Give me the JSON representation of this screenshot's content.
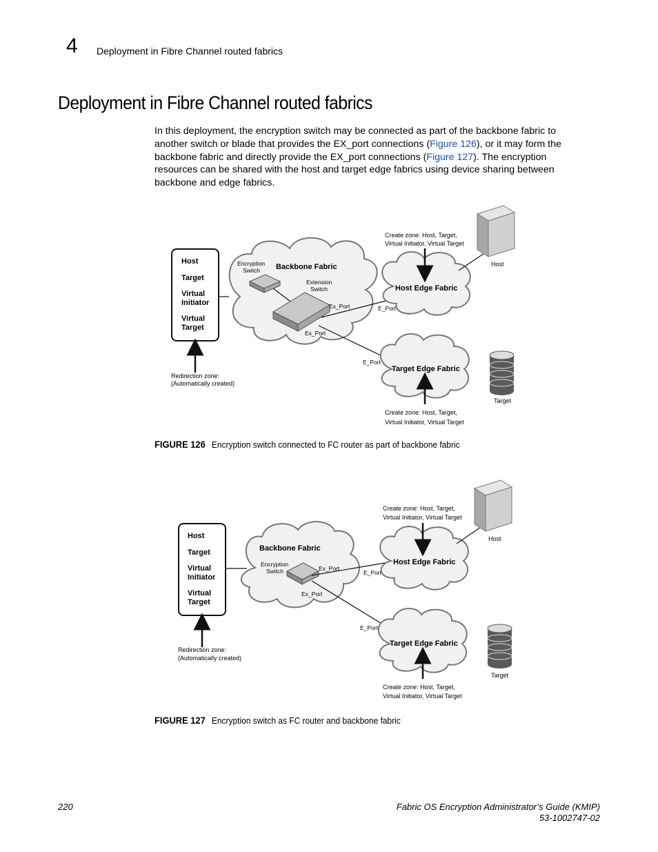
{
  "header": {
    "chapter_number": "4",
    "running_title": "Deployment in Fibre Channel routed fabrics"
  },
  "section": {
    "title": "Deployment in Fibre Channel routed fabrics",
    "para": {
      "p1": "In this deployment, the encryption switch may be connected as part of the backbone fabric to another switch or blade that provides the EX_port connections (",
      "link1": "Figure 126",
      "p2": "), or it may form the backbone fabric and directly provide the EX_port connections (",
      "link2": "Figure 127",
      "p3": "). The encryption resources can be shared with the host and target edge fabrics using device sharing between backbone and edge fabrics."
    }
  },
  "figure126": {
    "label": "FIGURE 126",
    "caption": "Encryption switch connected to FC router as part of backbone fabric",
    "zone_box": [
      "Host",
      "Target",
      "Virtual",
      "Initiator",
      "Virtual",
      "Target"
    ],
    "redirection": [
      "Redirection zone:",
      "(Automatically created)"
    ],
    "encryption_switch": [
      "Encryption",
      "Switch"
    ],
    "backbone_fabric": "Backbone Fabric",
    "extension_switch": [
      "Extension",
      "Switch"
    ],
    "ex_port_top": "Ex_Port",
    "ex_port_bottom": "Ex_Port",
    "e_port_top": "E_Port",
    "e_port_bottom": "E_Port",
    "host_edge_fabric": "Host Edge Fabric",
    "target_edge_fabric": "Target Edge Fabric",
    "create_zone_top": [
      "Create zone: Host, Target,",
      "Virtual Initiator, Virtual Target"
    ],
    "create_zone_bottom": [
      "Create zone: Host, Target,",
      "Virtual Initiator, Virtual Target"
    ],
    "host_label": "Host",
    "target_label": "Target"
  },
  "figure127": {
    "label": "FIGURE 127",
    "caption": "Encryption switch as FC router and backbone fabric",
    "zone_box": [
      "Host",
      "Target",
      "Virtual",
      "Initiator",
      "Virtual",
      "Target"
    ],
    "redirection": [
      "Redirection zone:",
      "(Automatically created)"
    ],
    "backbone_fabric": "Backbone Fabric",
    "encryption_switch": [
      "Encryption",
      "Switch"
    ],
    "ex_port_top": "Ex_Port",
    "ex_port_bottom": "Ex_Port",
    "e_port_top": "E_Port",
    "e_port_bottom": "E_Port",
    "host_edge_fabric": "Host Edge Fabric",
    "target_edge_fabric": "Target Edge Fabric",
    "create_zone_top": [
      "Create zone: Host, Target,",
      "Virtual Initiator, Virtual Target"
    ],
    "create_zone_bottom": [
      "Create zone: Host, Target,",
      "Virtual Initiator, Virtual Target"
    ],
    "host_label": "Host",
    "target_label": "Target"
  },
  "footer": {
    "page_number": "220",
    "doc_title": "Fabric OS Encryption Administrator’s Guide (KMIP)",
    "doc_number": "53-1002747-02"
  }
}
